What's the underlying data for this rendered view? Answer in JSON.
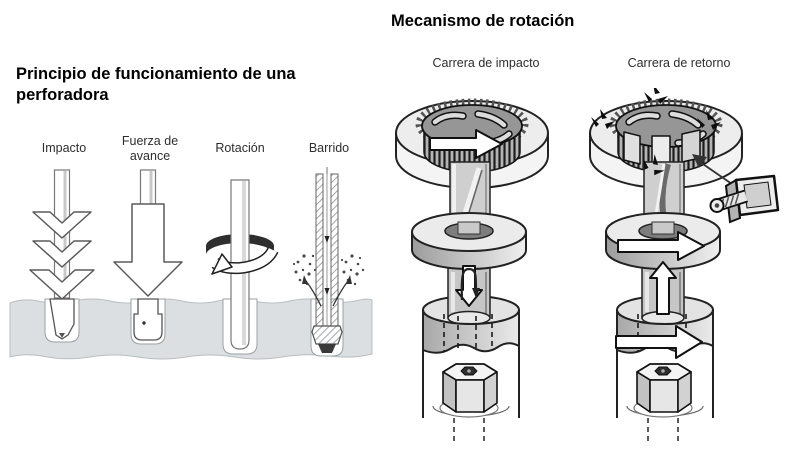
{
  "figure": {
    "left_panel": {
      "title": "Principio de funcionamiento de una perforadora",
      "stage_labels": [
        "Impacto",
        "Fuerza de avance",
        "Rotación",
        "Barrido"
      ]
    },
    "right_panel": {
      "title": "Mecanismo de rotación",
      "stroke_labels": [
        "Carrera de impacto",
        "Carrera de retorno"
      ]
    },
    "colors": {
      "background": "#ffffff",
      "ink": "#1a1a1a",
      "ground_gray": "#dcdfe1",
      "metal_light": "#ececec",
      "metal_mid": "#969696",
      "metal_dark": "#6f6f6f"
    }
  }
}
